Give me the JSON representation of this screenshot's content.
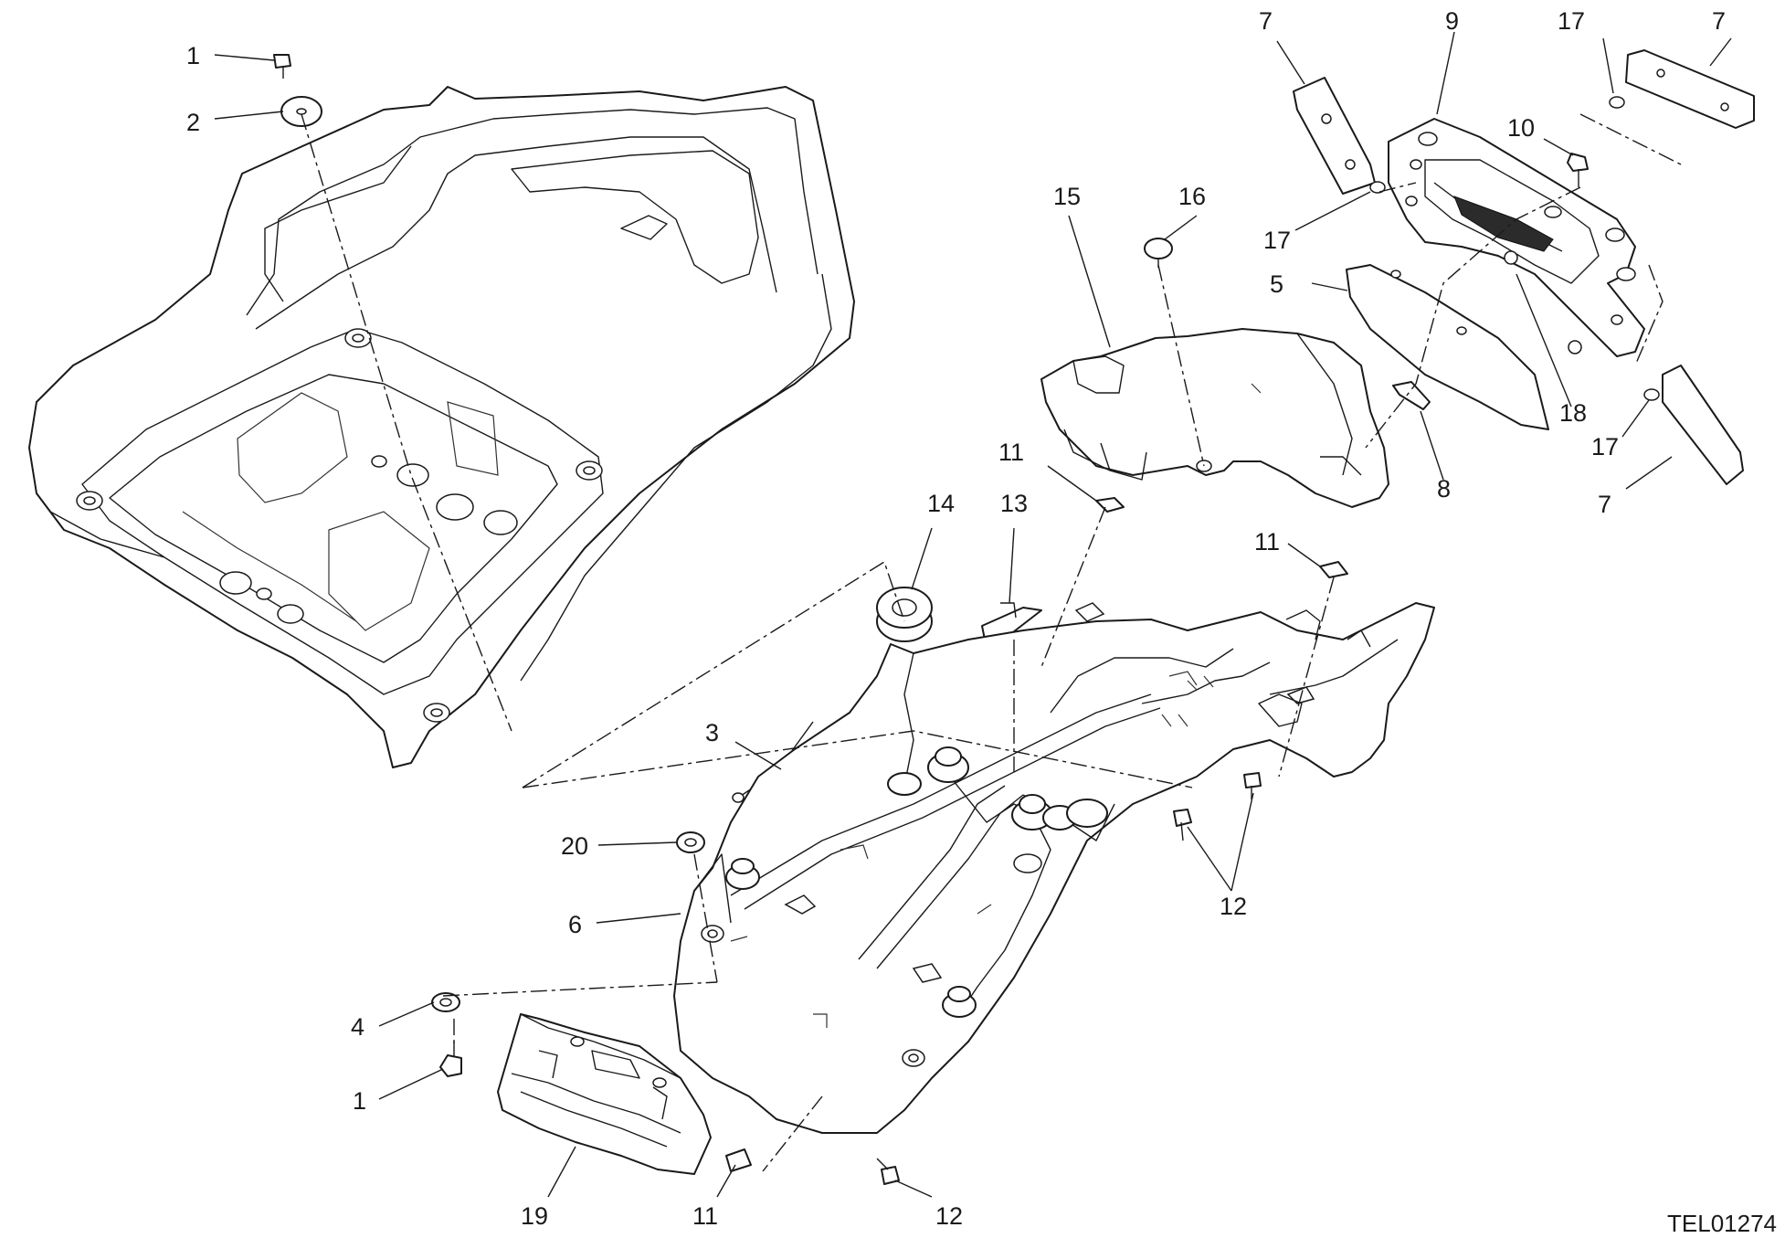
{
  "callouts": {
    "c1_top": "1",
    "c2": "2",
    "c7_a": "7",
    "c9": "9",
    "c17_a": "17",
    "c7_b": "7",
    "c10": "10",
    "c17_b": "17",
    "c15": "15",
    "c16": "16",
    "c5": "5",
    "c18": "18",
    "c17_c": "17",
    "c7_c": "7",
    "c8": "8",
    "c11_a": "11",
    "c14": "14",
    "c13": "13",
    "c11_b": "11",
    "c3": "3",
    "c20": "20",
    "c6": "6",
    "c12_a": "12",
    "c4": "4",
    "c1_bottom": "1",
    "c19": "19",
    "c11_c": "11",
    "c12_b": "12"
  },
  "drawing_code": "TEL01274",
  "colors": {
    "line": "#1a1a1a",
    "background": "#ffffff"
  }
}
